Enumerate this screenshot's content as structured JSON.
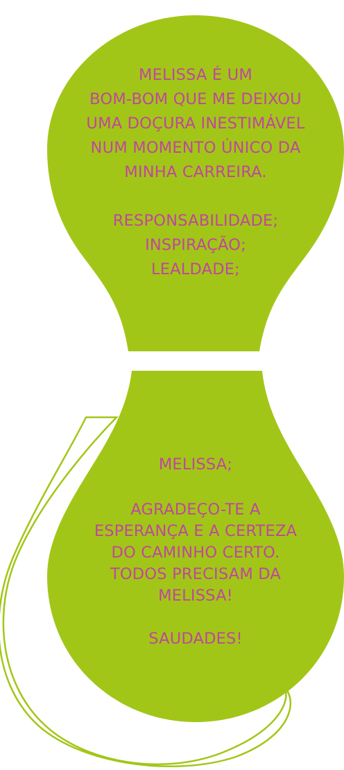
{
  "colors": {
    "shape_fill": "#a2c617",
    "outline": "#a2c617",
    "text": "#c0479c"
  },
  "top_card": {
    "lines": [
      "MELISSA É UM",
      "BOM-BOM QUE ME DEIXOU",
      "UMA DOÇURA INESTIMÁVEL",
      "NUM MOMENTO ÚNICO DA",
      "MINHA CARREIRA."
    ],
    "qualities": [
      "RESPONSABILIDADE;",
      "INSPIRAÇÃO;",
      "LEALDADE;"
    ]
  },
  "bottom_card": {
    "name": "MELISSA;",
    "lines": [
      "AGRADEÇO-TE A",
      "ESPERANÇA E A CERTEZA",
      "DO CAMINHO CERTO.",
      "TODOS PRECISAM DA",
      "MELISSA!"
    ],
    "closing": "SAUDADES!"
  }
}
